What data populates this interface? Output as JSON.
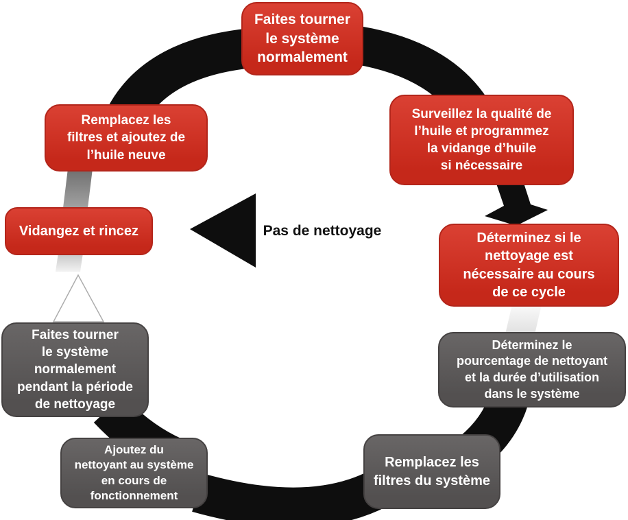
{
  "diagram": {
    "title_hint": "Cycle d’entretien et de nettoyage du système d’huile",
    "center_label": "Pas de nettoyage",
    "colors": {
      "red": "#d62b1c",
      "red_dark": "#b3251a",
      "gray": "#5c5959",
      "gray_dark": "#454242",
      "ring_black": "#0e0e0e",
      "ink": "#111111"
    },
    "icons": {
      "no_cleaning_arrow": "◀",
      "cycle_up_arrow": "△",
      "cycle_down_arrow": "▼"
    },
    "steps": [
      {
        "id": "run-normally",
        "color": "red",
        "label": "Faites tourner\nle système\nnormalement"
      },
      {
        "id": "monitor-oil",
        "color": "red",
        "label": "Surveillez la qualité de\nl’huile et programmez\nla vidange d’huile\nsi nécessaire"
      },
      {
        "id": "determine-cleaning",
        "color": "red",
        "label": "Déterminez si le\nnettoyage est\nnécessaire au cours\nde ce cycle"
      },
      {
        "id": "determine-percentage",
        "color": "gray",
        "label": "Déterminez le\npourcentage de nettoyant\net la durée d’utilisation\ndans le système"
      },
      {
        "id": "replace-system-filters",
        "color": "gray",
        "label": "Remplacez les\nfiltres du système"
      },
      {
        "id": "add-cleaner",
        "color": "gray",
        "label": "Ajoutez du\nnettoyant au système\nen cours de\nfonctionnement"
      },
      {
        "id": "run-during-cleaning",
        "color": "gray",
        "label": "Faites tourner\nle système\nnormalement\npendant la période\nde nettoyage"
      },
      {
        "id": "drain-rinse",
        "color": "red",
        "label": "Vidangez et rincez"
      },
      {
        "id": "replace-filters-add-oil",
        "color": "red",
        "label": "Remplacez les\nfiltres et ajoutez de\nl’huile neuve"
      }
    ]
  }
}
